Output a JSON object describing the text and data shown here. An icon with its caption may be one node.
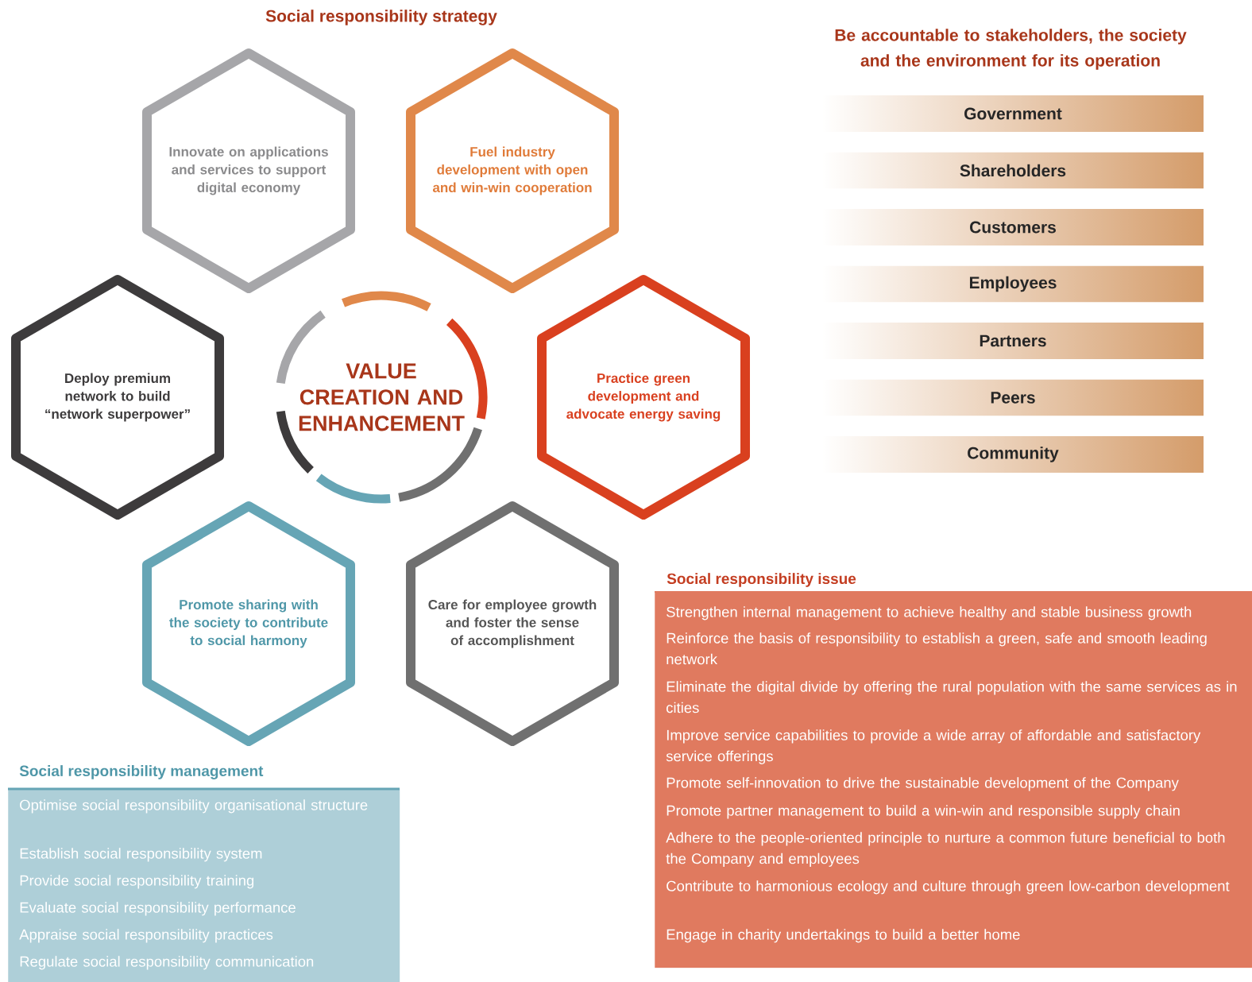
{
  "diagram": {
    "title": "Social responsibility strategy",
    "nodes": [
      {
        "text": [
          "VALUE CREATION AND ENHANCEMENT"
        ]
      },
      {
        "text": [
          "Innovate on applications and services to support digital economy"
        ]
      },
      {
        "text": [
          "Fuel industry development with open and win-win cooperation"
        ]
      },
      {
        "text": [
          "Deploy premium network to build “network superpower”"
        ]
      },
      {
        "text": [
          "Practice green development and advocate energy saving"
        ]
      },
      {
        "text": [
          "Promote sharing with the society to contribute to social harmony"
        ]
      },
      {
        "text": [
          "Care for employee growth and foster the sense of accomplishment"
        ]
      },
      {
        "text": [
          "Government"
        ]
      },
      {
        "text": [
          "Shareholders"
        ]
      },
      {
        "text": [
          "Customers"
        ]
      },
      {
        "text": [
          "Employees"
        ]
      },
      {
        "text": [
          "Partners"
        ]
      },
      {
        "text": [
          "Peers"
        ]
      },
      {
        "text": [
          "Community"
        ]
      },
      {
        "text": [
          "Social responsibility issue",
          "Strengthen internal management to achieve healthy and stable business growth",
          "Reinforce the basis of responsibility to establish a green, safe and smooth leading network",
          "Eliminate the digital divide by offering the rural population with the same services as in cities",
          "Improve service capabilities to provide a wide array of affordable and satisfactory service offerings",
          "Promote self-innovation to drive the sustainable development of the Company",
          "Promote partner management to build a win-win and responsible supply chain",
          "Adhere to the people-oriented principle to nurture a common future beneficial to both the Company and employees",
          "Contribute to harmonious ecology and culture through green low-carbon development",
          "Engage in charity undertakings to build a better home"
        ]
      },
      {
        "text": [
          "Social responsibility management",
          "Optimise social responsibility organisational structure",
          "Establish social responsibility system",
          "Provide social responsibility training",
          "Evaluate social responsibility performance",
          "Appraise social responsibility practices",
          "Regulate social responsibility communication"
        ]
      }
    ],
    "labels": [
      "Be accountable to stakeholders, the society and the environment for its operation"
    ]
  }
}
